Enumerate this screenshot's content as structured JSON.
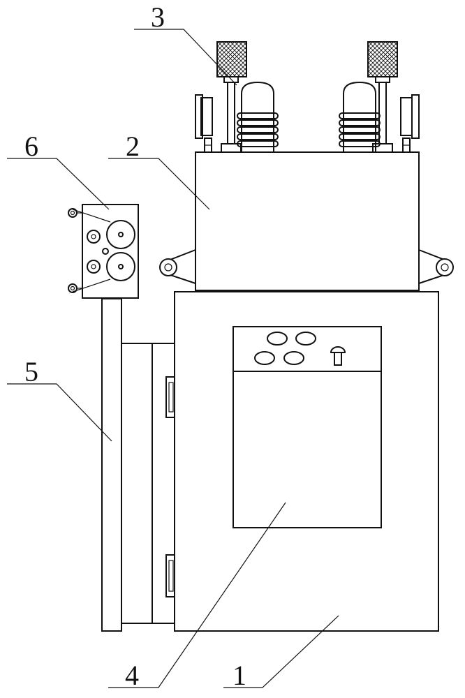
{
  "labels": [
    {
      "id": "1",
      "text": "1",
      "part": "cabinet-body"
    },
    {
      "id": "2",
      "text": "2",
      "part": "upper-housing"
    },
    {
      "id": "3",
      "text": "3",
      "part": "top-terminal-assembly"
    },
    {
      "id": "4",
      "text": "4",
      "part": "front-panel-door"
    },
    {
      "id": "5",
      "text": "5",
      "part": "support-column"
    },
    {
      "id": "6",
      "text": "6",
      "part": "roller-guide-box"
    }
  ],
  "colors": {
    "stroke": "#111111",
    "background": "#ffffff"
  }
}
